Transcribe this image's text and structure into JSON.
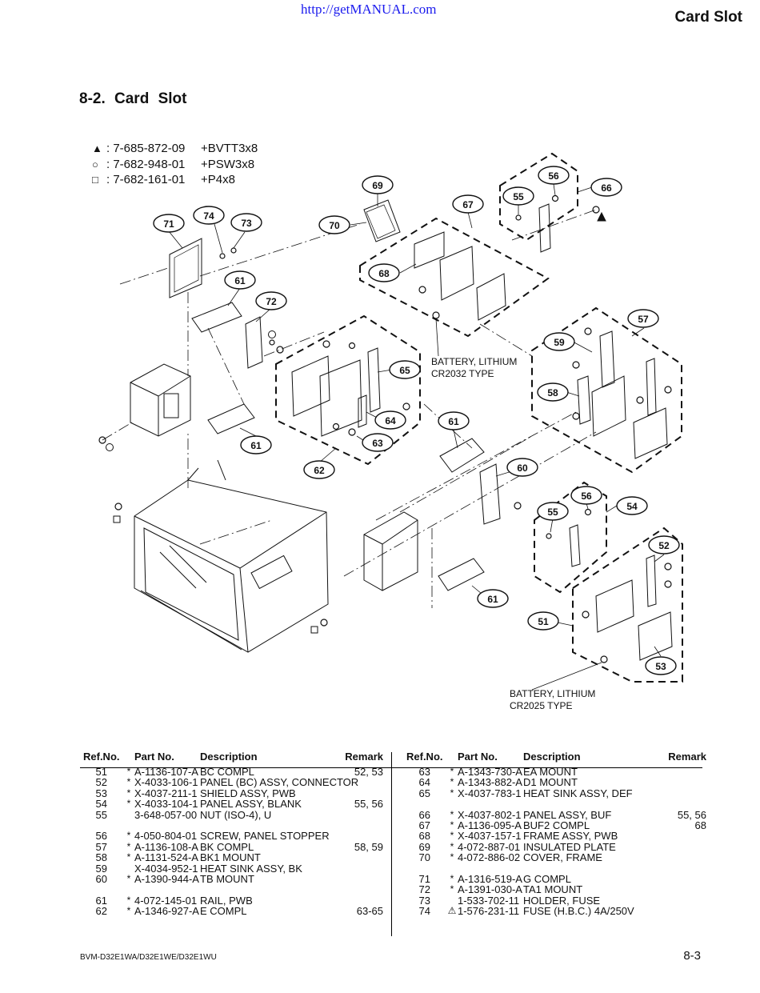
{
  "header": {
    "url": "http://getMANUAL.com",
    "corner_title": "Card Slot",
    "section_title": "8-2.   Card Slot"
  },
  "legend": [
    {
      "symbol": "▲",
      "symbol_name": "triangle-icon",
      "part": ": 7-685-872-09",
      "desc": "+BVTT3x8"
    },
    {
      "symbol": "○",
      "symbol_name": "circle-icon",
      "part": ": 7-682-948-01",
      "desc": "+PSW3x8"
    },
    {
      "symbol": "□",
      "symbol_name": "square-icon",
      "part": ": 7-682-161-01",
      "desc": "+P4x8"
    }
  ],
  "diagram": {
    "callouts": [
      "51",
      "52",
      "53",
      "54",
      "55",
      "56",
      "57",
      "58",
      "59",
      "60",
      "61",
      "62",
      "63",
      "64",
      "65",
      "66",
      "67",
      "68",
      "69",
      "70",
      "71",
      "72",
      "73",
      "74"
    ],
    "battery_1_line1": "BATTERY, LITHIUM",
    "battery_1_line2": "CR2032 TYPE",
    "battery_2_line1": "BATTERY, LITHIUM",
    "battery_2_line2": "CR2025 TYPE"
  },
  "table": {
    "headers": {
      "ref": "Ref.No.",
      "part": "Part No.",
      "desc": "Description",
      "remark": "Remark"
    },
    "left": [
      {
        "ref": "51",
        "star": "*",
        "part": "A-1136-107-A",
        "desc": "BC COMPL",
        "remark": "52, 53"
      },
      {
        "ref": "52",
        "star": "*",
        "part": "X-4033-106-1",
        "desc": "PANEL (BC) ASSY, CONNECTOR",
        "remark": ""
      },
      {
        "ref": "53",
        "star": "*",
        "part": "X-4037-211-1",
        "desc": "SHIELD ASSY, PWB",
        "remark": ""
      },
      {
        "ref": "54",
        "star": "*",
        "part": "X-4033-104-1",
        "desc": "PANEL ASSY, BLANK",
        "remark": "55, 56"
      },
      {
        "ref": "55",
        "star": "",
        "part": "3-648-057-00",
        "desc": "NUT (ISO-4), U",
        "remark": ""
      },
      {
        "gap": true
      },
      {
        "ref": "56",
        "star": "*",
        "part": "4-050-804-01",
        "desc": "SCREW, PANEL STOPPER",
        "remark": ""
      },
      {
        "ref": "57",
        "star": "*",
        "part": "A-1136-108-A",
        "desc": "BK COMPL",
        "remark": "58, 59"
      },
      {
        "ref": "58",
        "star": "*",
        "part": "A-1131-524-A",
        "desc": "BK1 MOUNT",
        "remark": ""
      },
      {
        "ref": "59",
        "star": "",
        "part": "X-4034-952-1",
        "desc": "HEAT SINK ASSY, BK",
        "remark": ""
      },
      {
        "ref": "60",
        "star": "*",
        "part": "A-1390-944-A",
        "desc": "TB MOUNT",
        "remark": ""
      },
      {
        "gap": true
      },
      {
        "ref": "61",
        "star": "*",
        "part": "4-072-145-01",
        "desc": "RAIL, PWB",
        "remark": ""
      },
      {
        "ref": "62",
        "star": "*",
        "part": "A-1346-927-A",
        "desc": "E COMPL",
        "remark": "63-65"
      }
    ],
    "right": [
      {
        "ref": "63",
        "star": "*",
        "part": "A-1343-730-A",
        "desc": "EA MOUNT",
        "remark": ""
      },
      {
        "ref": "64",
        "star": "*",
        "part": "A-1343-882-A",
        "desc": "D1 MOUNT",
        "remark": ""
      },
      {
        "ref": "65",
        "star": "*",
        "part": "X-4037-783-1",
        "desc": "HEAT SINK ASSY, DEF",
        "remark": ""
      },
      {
        "gap": true
      },
      {
        "ref": "66",
        "star": "*",
        "part": "X-4037-802-1",
        "desc": "PANEL ASSY, BUF",
        "remark": "55, 56"
      },
      {
        "ref": "67",
        "star": "*",
        "part": "A-1136-095-A",
        "desc": "BUF2 COMPL",
        "remark": "68"
      },
      {
        "ref": "68",
        "star": "*",
        "part": "X-4037-157-1",
        "desc": "FRAME ASSY, PWB",
        "remark": ""
      },
      {
        "ref": "69",
        "star": "*",
        "part": "4-072-887-01",
        "desc": "INSULATED PLATE",
        "remark": ""
      },
      {
        "ref": "70",
        "star": "*",
        "part": "4-072-886-02",
        "desc": "COVER, FRAME",
        "remark": ""
      },
      {
        "gap": true
      },
      {
        "ref": "71",
        "star": "*",
        "part": "A-1316-519-A",
        "desc": "G COMPL",
        "remark": ""
      },
      {
        "ref": "72",
        "star": "*",
        "part": "A-1391-030-A",
        "desc": "TA1 MOUNT",
        "remark": ""
      },
      {
        "ref": "73",
        "star": "",
        "part": "1-533-702-11",
        "desc": "HOLDER, FUSE",
        "remark": ""
      },
      {
        "ref": "74",
        "star": "⚠",
        "part": "1-576-231-11",
        "desc": "FUSE (H.B.C.) 4A/250V",
        "remark": ""
      }
    ]
  },
  "footer": {
    "model": "BVM-D32E1WA/D32E1WE/D32E1WU",
    "page": "8-3"
  },
  "colors": {
    "link": "#1a1aee",
    "ink": "#111111"
  }
}
